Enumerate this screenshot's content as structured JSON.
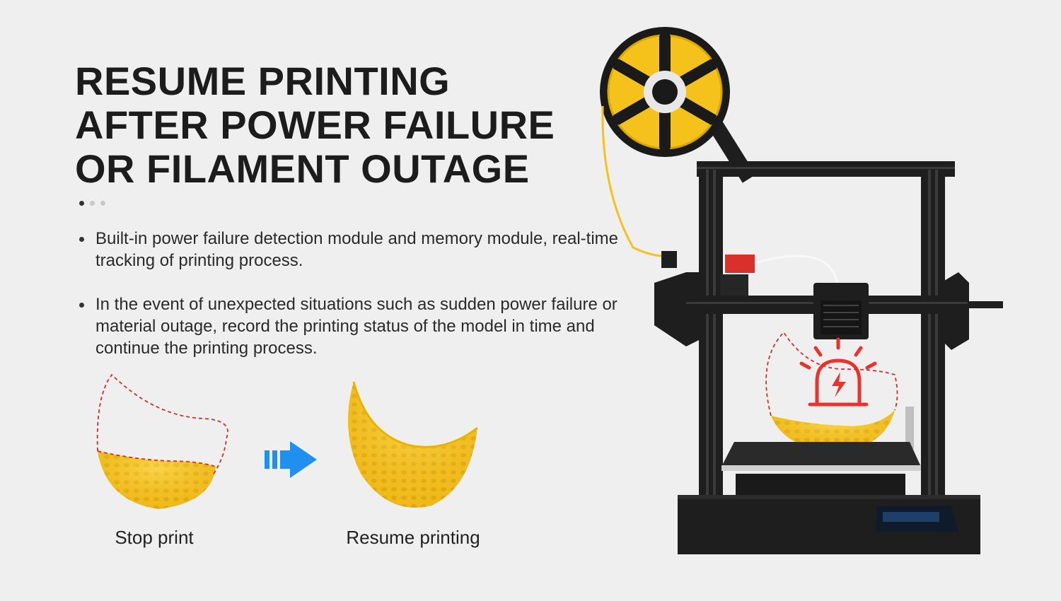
{
  "headline": {
    "lines": [
      "RESUME PRINTING",
      "AFTER POWER FAILURE",
      "OR FILAMENT OUTAGE"
    ]
  },
  "pager": {
    "count": 3,
    "active": 1
  },
  "bullets": [
    "Built-in power failure detection module and memory module, real-time tracking of printing process.",
    "In the event of unexpected situations such as sudden power failure or material outage, record the printing status of the model in time and continue the printing process."
  ],
  "captions": {
    "stop": "Stop print",
    "resume": "Resume printing"
  },
  "colors": {
    "filament": "#f5c21b",
    "alert": "#e8342c",
    "arrow": "#1f8ff0",
    "frame": "#1e1e1e",
    "background": "#efefef"
  },
  "icons": [
    "arrow-right-icon",
    "alarm-light-icon",
    "lightning-icon"
  ]
}
